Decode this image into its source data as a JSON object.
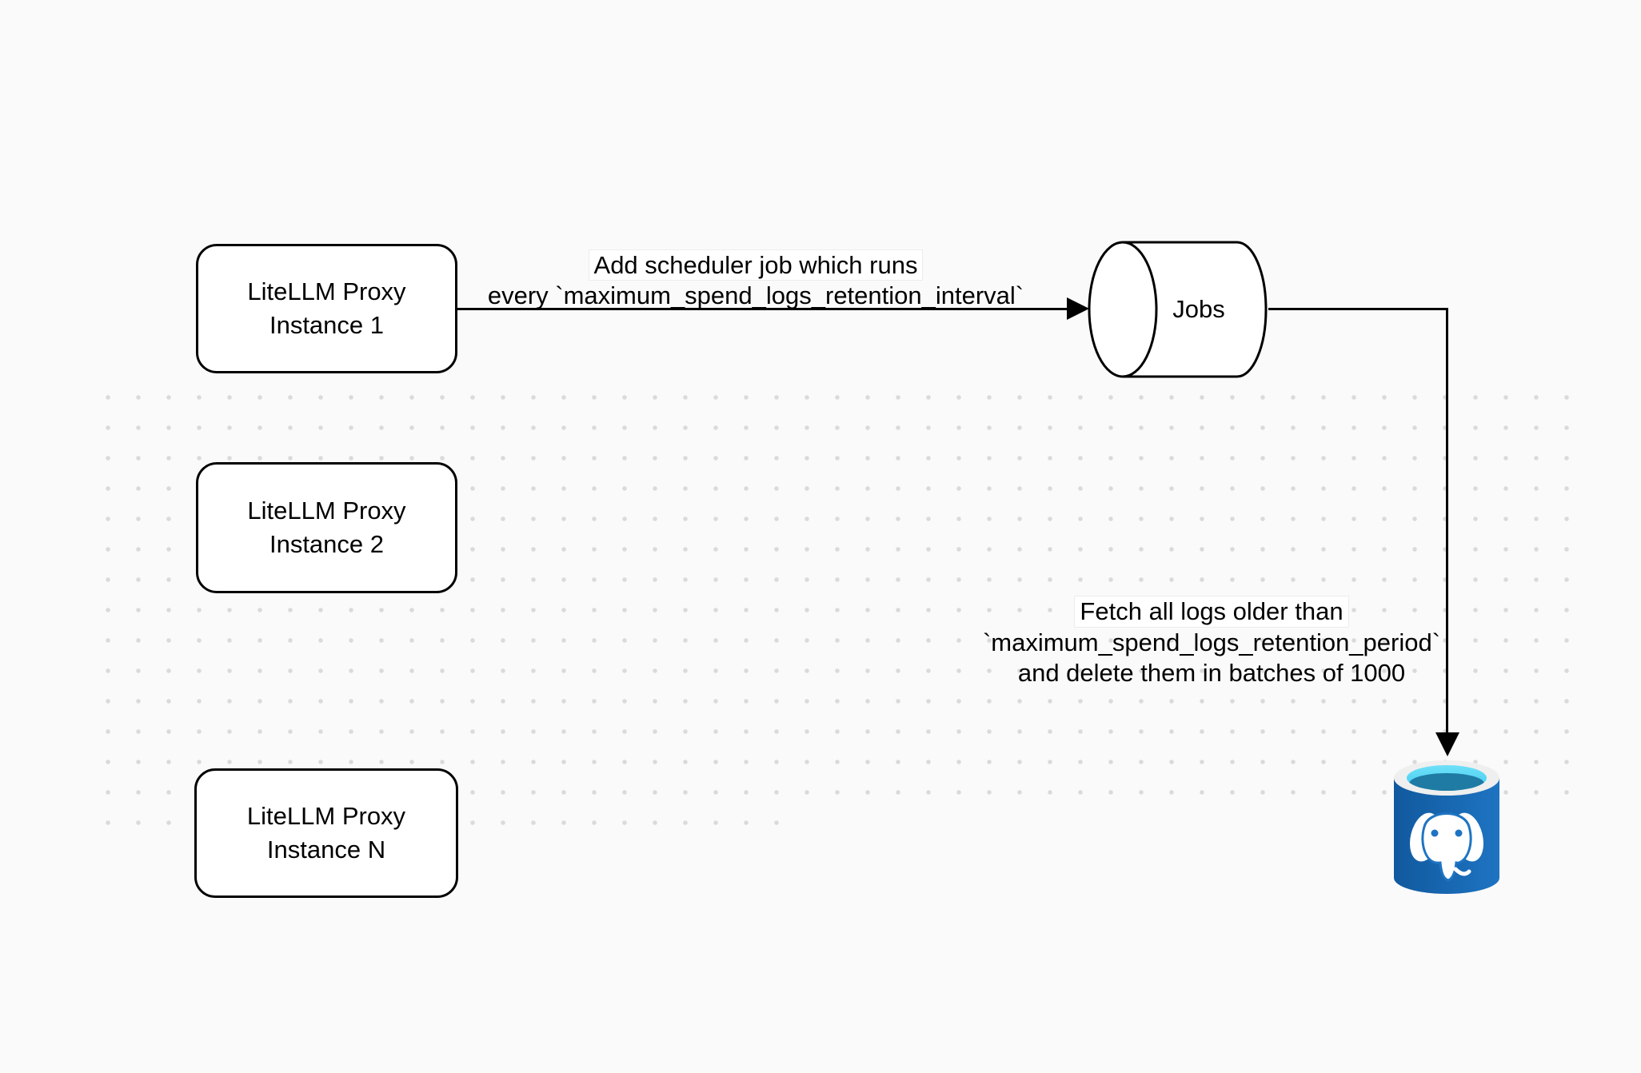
{
  "diagram": {
    "nodes": {
      "proxy1": {
        "lines": [
          "LiteLLM Proxy",
          "Instance 1"
        ]
      },
      "proxy2": {
        "lines": [
          "LiteLLM Proxy",
          "Instance 2"
        ]
      },
      "proxyN": {
        "lines": [
          "LiteLLM Proxy",
          "Instance N"
        ]
      },
      "jobs": {
        "label": "Jobs",
        "shape": "horizontal-cylinder"
      },
      "postgres": {
        "icon": "postgresql-database-icon"
      }
    },
    "edges": {
      "scheduler": {
        "from": "proxy1",
        "to": "jobs",
        "lines": [
          "Add scheduler job which runs",
          "every `maximum_spend_logs_retention_interval`"
        ]
      },
      "cleanup": {
        "from": "jobs",
        "to": "postgres",
        "lines": [
          "Fetch all logs older than",
          "`maximum_spend_logs_retention_period`",
          "and delete them in batches of 1000"
        ]
      }
    },
    "colors": {
      "bg": "#fafafa",
      "dot": "#dadada",
      "stroke": "#000000",
      "node-fill": "#ffffff",
      "label-bg": "#ffffff",
      "label-border": "#ececec",
      "text": "#000000",
      "pg-body-1": "#11599e",
      "pg-body-2": "#1e74c2",
      "pg-rim": "#efefef",
      "pg-cyan": "#41cdf1",
      "pg-cyan-light": "#6fe0f8",
      "pg-inner-dark": "#1f7ba3",
      "pg-white": "#ffffff"
    }
  }
}
